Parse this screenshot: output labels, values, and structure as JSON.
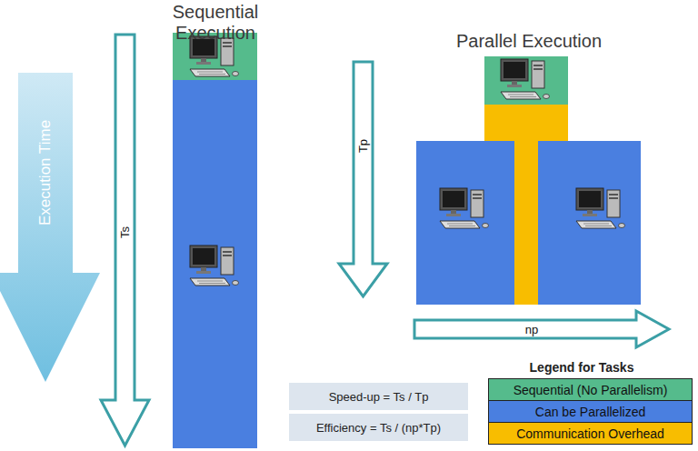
{
  "diagram": {
    "nodes": [
      {
        "text": [
          "Speed-up = Ts / Tp"
        ]
      },
      {
        "text": [
          "Efficiency = Ts / (np*Tp)"
        ]
      }
    ],
    "labels": [
      "Sequential Execution",
      "Parallel Execution",
      "Execution Time",
      "Ts",
      "Tp",
      "np",
      "Legend for Tasks"
    ],
    "legend": [
      {
        "text": "Sequential (No Parallelism)",
        "color": "#55bb8c"
      },
      {
        "text": "Can be Parallelized",
        "color": "#4a7fe0"
      },
      {
        "text": "Communication Overhead",
        "color": "#f8bd00"
      }
    ]
  }
}
